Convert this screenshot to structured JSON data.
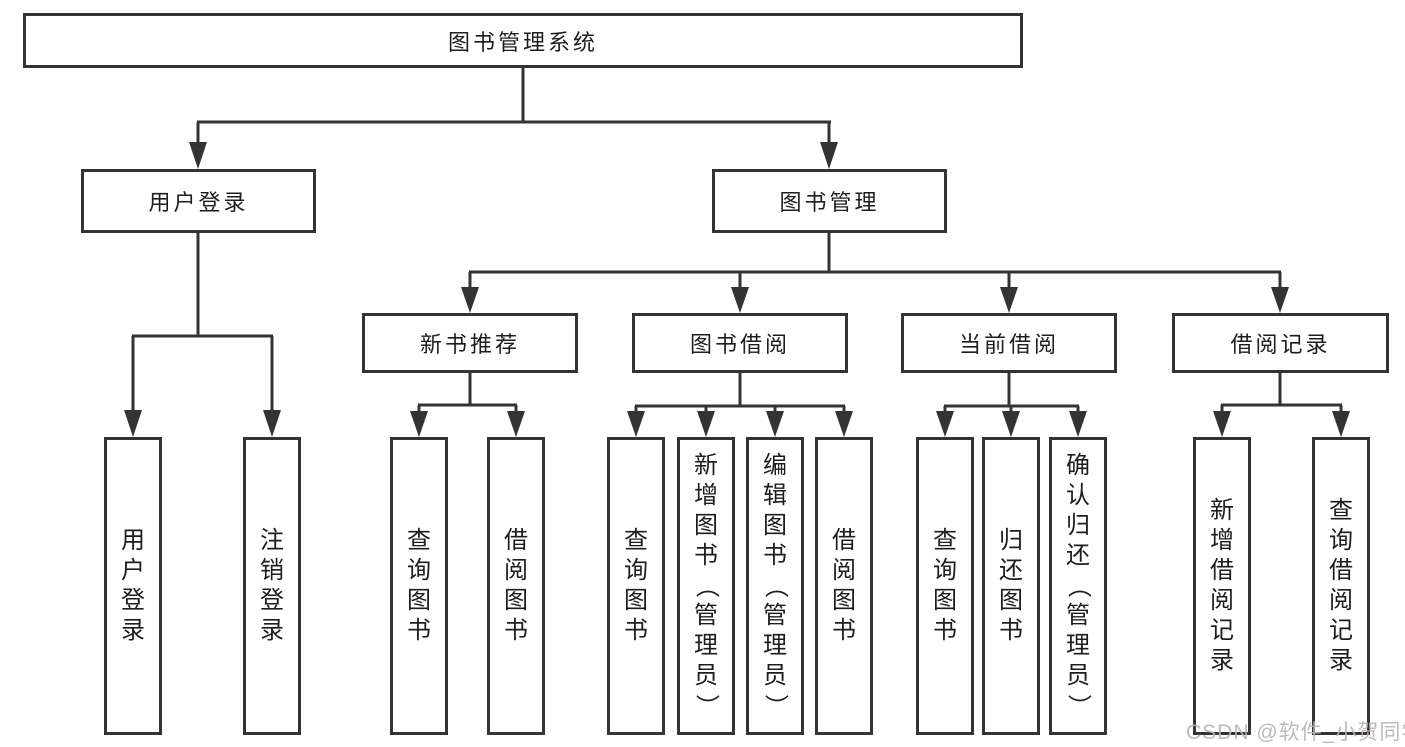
{
  "tree": {
    "label": "图书管理系统",
    "children": [
      {
        "label": "用户登录",
        "children": [
          {
            "label": "用户登录"
          },
          {
            "label": "注销登录"
          }
        ]
      },
      {
        "label": "图书管理",
        "children": [
          {
            "label": "新书推荐",
            "children": [
              {
                "label": "查询图书"
              },
              {
                "label": "借阅图书"
              }
            ]
          },
          {
            "label": "图书借阅",
            "children": [
              {
                "label": "查询图书"
              },
              {
                "label": "新增图书（管理员）"
              },
              {
                "label": "编辑图书（管理员）"
              },
              {
                "label": "借阅图书"
              }
            ]
          },
          {
            "label": "当前借阅",
            "children": [
              {
                "label": "查询图书"
              },
              {
                "label": "归还图书"
              },
              {
                "label": "确认归还（管理员）"
              }
            ]
          },
          {
            "label": "借阅记录",
            "children": [
              {
                "label": "新增借阅记录"
              },
              {
                "label": "查询借阅记录"
              }
            ]
          }
        ]
      }
    ]
  },
  "watermark": {
    "text": "CSDN @软件_小贺同学"
  },
  "colors": {
    "line": "#333333",
    "box_border": "#333333",
    "text": "#1d1d1d",
    "background": "#ffffff",
    "watermark": "#bab4b4"
  }
}
